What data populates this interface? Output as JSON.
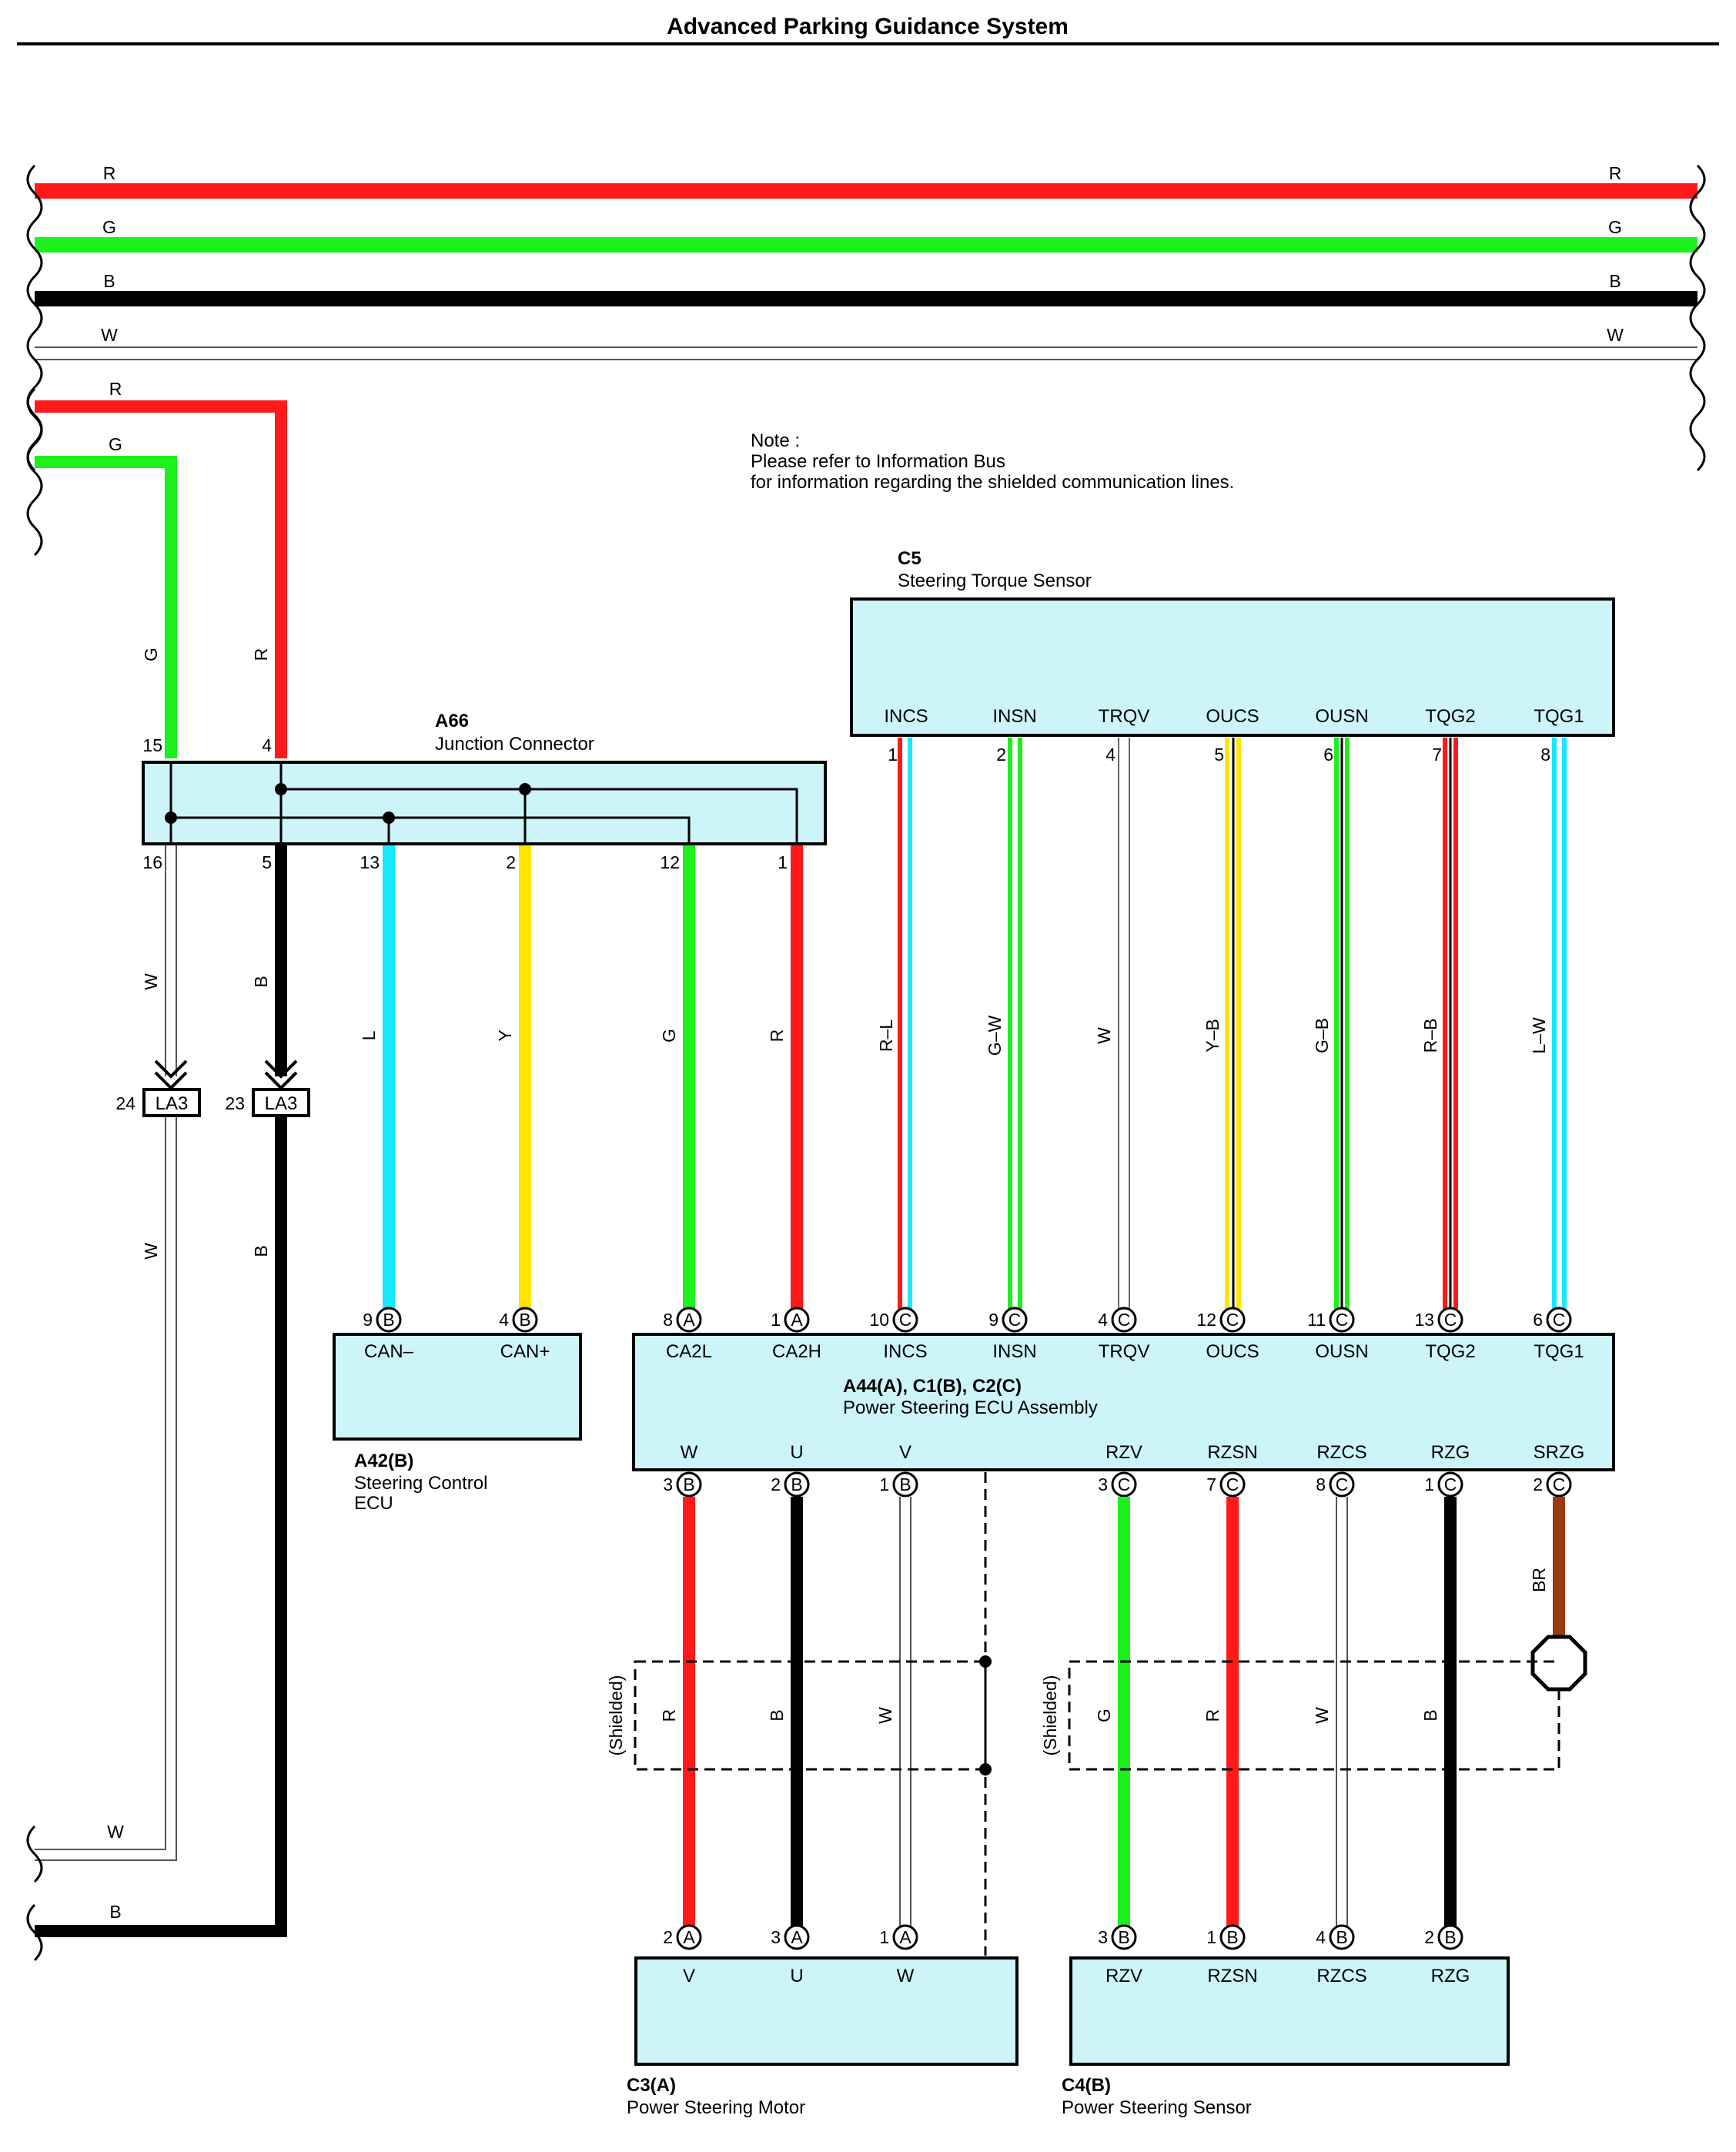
{
  "title": "Advanced Parking Guidance System",
  "colors": {
    "R": "#ff1a1a",
    "G": "#1ef01e",
    "B": "#000000",
    "W": "#ffffff",
    "L": "#19e8ff",
    "Y": "#ffe400",
    "BR": "#9a3a12",
    "box": "#cdf5f9"
  },
  "note": {
    "line1": "Note :",
    "line2": "Please refer to Information Bus",
    "line3": "for information regarding the shielded communication lines."
  },
  "shield": {
    "label": "(Shielded)"
  },
  "top_bus": [
    {
      "label_left": "R",
      "label_right": "R",
      "color": "R"
    },
    {
      "label_left": "G",
      "label_right": "G",
      "color": "G"
    },
    {
      "label_left": "B",
      "label_right": "B",
      "color": "B"
    },
    {
      "label_left": "W",
      "label_right": "W",
      "color": "W"
    }
  ],
  "left_bus": [
    {
      "label": "R",
      "color": "R"
    },
    {
      "label": "G",
      "color": "G"
    },
    {
      "label": "W",
      "color": "W"
    },
    {
      "label": "B",
      "color": "B"
    }
  ],
  "components": {
    "c5": {
      "code": "C5",
      "name": "Steering Torque Sensor",
      "terminals": [
        "INCS",
        "INSN",
        "TRQV",
        "OUCS",
        "OUSN",
        "TQG2",
        "TQG1"
      ],
      "pins": [
        "1",
        "2",
        "4",
        "5",
        "6",
        "7",
        "8"
      ]
    },
    "a66": {
      "code": "A66",
      "name": "Junction Connector",
      "top_pins": [
        "15",
        "4"
      ],
      "bottom_pins": [
        "16",
        "5",
        "13",
        "2",
        "12",
        "1"
      ]
    },
    "a42": {
      "code": "A42(B)",
      "name_line1": "Steering Control",
      "name_line2": "ECU",
      "terminals": [
        "CAN–",
        "CAN+"
      ],
      "pins": [
        "9",
        "4"
      ],
      "letters": [
        "B",
        "B"
      ]
    },
    "ecu": {
      "code": "A44(A), C1(B), C2(C)",
      "name": "Power Steering ECU Assembly",
      "top_terminals": [
        "CA2L",
        "CA2H",
        "INCS",
        "INSN",
        "TRQV",
        "OUCS",
        "OUSN",
        "TQG2",
        "TQG1"
      ],
      "top_pins": [
        "8",
        "1",
        "10",
        "9",
        "4",
        "12",
        "11",
        "13",
        "6"
      ],
      "top_letters": [
        "A",
        "A",
        "C",
        "C",
        "C",
        "C",
        "C",
        "C",
        "C"
      ],
      "bottom_terminals": [
        "W",
        "U",
        "V",
        "RZV",
        "RZSN",
        "RZCS",
        "RZG",
        "SRZG"
      ],
      "bottom_pins": [
        "3",
        "2",
        "1",
        "3",
        "7",
        "8",
        "1",
        "2"
      ],
      "bottom_letters": [
        "B",
        "B",
        "B",
        "C",
        "C",
        "C",
        "C",
        "C"
      ]
    },
    "c3": {
      "code": "C3(A)",
      "name": "Power Steering Motor",
      "terminals": [
        "V",
        "U",
        "W"
      ],
      "pins": [
        "2",
        "3",
        "1"
      ],
      "letters": [
        "A",
        "A",
        "A"
      ]
    },
    "c4": {
      "code": "C4(B)",
      "name": "Power Steering Sensor",
      "terminals": [
        "RZV",
        "RZSN",
        "RZCS",
        "RZG"
      ],
      "pins": [
        "3",
        "1",
        "4",
        "2"
      ],
      "letters": [
        "B",
        "B",
        "B",
        "B"
      ]
    }
  },
  "connectors": {
    "la3_w": {
      "label": "LA3",
      "pin": "24"
    },
    "la3_b": {
      "label": "LA3",
      "pin": "23"
    }
  },
  "wire_colors": {
    "a66_g": "G",
    "a66_r": "R",
    "a66_w": "W",
    "a66_b": "B",
    "a66_w2": "W",
    "a66_b2": "B",
    "can_l": "L",
    "can_y": "Y",
    "ca2l": "G",
    "ca2h": "R",
    "incs": "R–L",
    "insn": "G–W",
    "trqv": "W",
    "oucs": "Y–B",
    "ousn": "G–B",
    "tqg2": "R–B",
    "tqg1": "L–W",
    "mot_w": "R",
    "mot_u": "B",
    "mot_v": "W",
    "sen_rzv": "G",
    "sen_rzsn": "R",
    "sen_rzcs": "W",
    "sen_rzg": "B",
    "srzg": "BR"
  }
}
